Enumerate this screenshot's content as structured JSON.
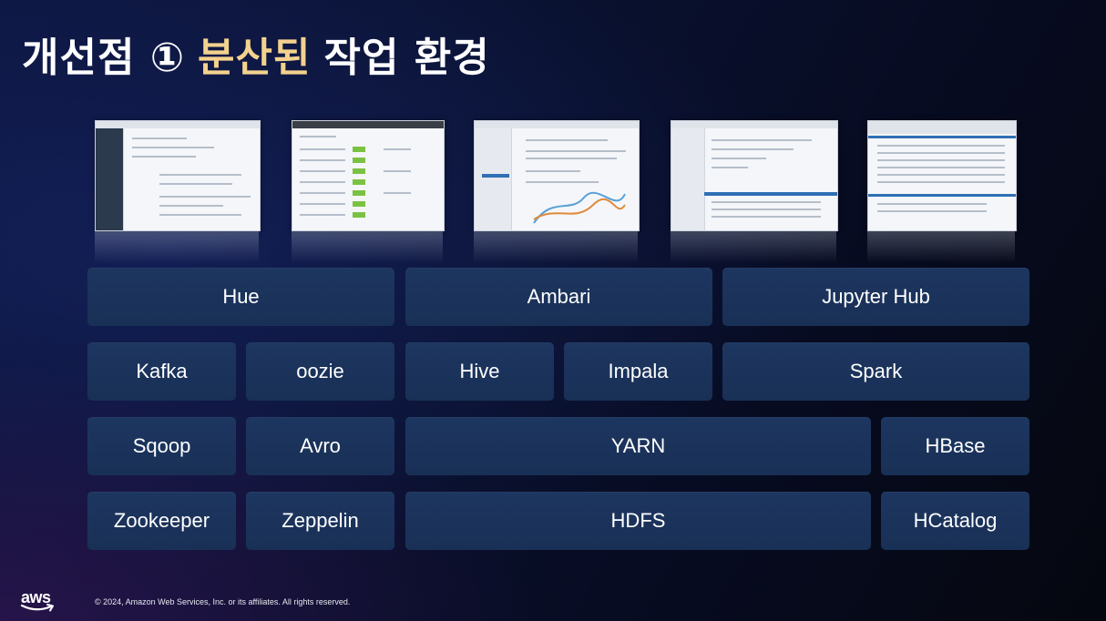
{
  "slide": {
    "title_part1": "개선점 ①",
    "title_accent": "분산된",
    "title_part2": "작업 환경"
  },
  "screenshots": [
    {
      "name": "hue-screenshot"
    },
    {
      "name": "ambari-screenshot"
    },
    {
      "name": "jupyter-screenshot"
    },
    {
      "name": "console-screenshot"
    },
    {
      "name": "cluster-manager-screenshot"
    }
  ],
  "tiles": {
    "hue": "Hue",
    "ambari": "Ambari",
    "jupyter_hub": "Jupyter Hub",
    "kafka": "Kafka",
    "oozie": "oozie",
    "hive": "Hive",
    "impala": "Impala",
    "spark": "Spark",
    "sqoop": "Sqoop",
    "avro": "Avro",
    "yarn": "YARN",
    "hbase": "HBase",
    "zookeeper": "Zookeeper",
    "zeppelin": "Zeppelin",
    "hdfs": "HDFS",
    "hcatalog": "HCatalog"
  },
  "footer": {
    "logo_text": "aws",
    "copyright": "© 2024, Amazon Web Services, Inc. or its affiliates. All rights reserved."
  },
  "colors": {
    "accent": "#f3d28e",
    "tile": "#1b335b",
    "background": "#0a1232"
  }
}
